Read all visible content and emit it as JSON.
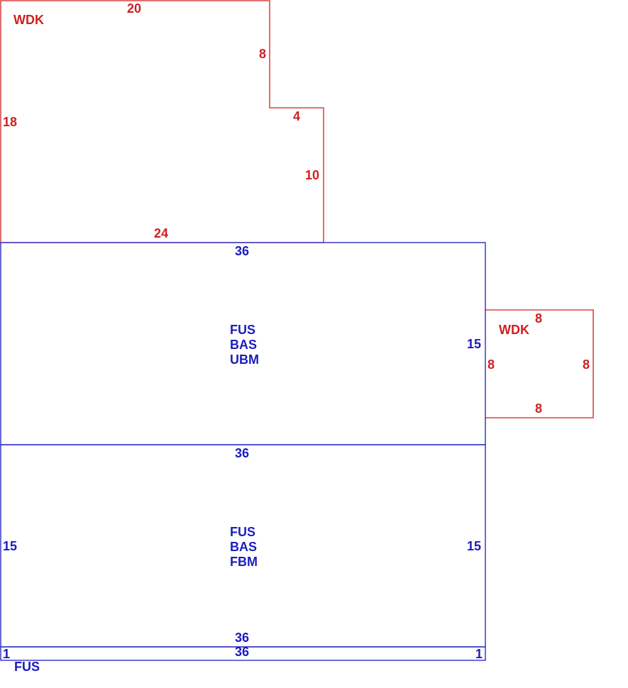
{
  "colors": {
    "deck": "#d11f1f",
    "building": "#1c1cbf"
  },
  "upper_deck": {
    "code": "WDK",
    "dims": {
      "top": "20",
      "notch_right": "8",
      "step": "4",
      "right": "10",
      "left": "18",
      "bottom": "24"
    }
  },
  "side_deck": {
    "code": "WDK",
    "dims": {
      "top": "8",
      "left": "8",
      "right": "8",
      "bottom": "8"
    }
  },
  "upper_section": {
    "codes": [
      "FUS",
      "BAS",
      "UBM"
    ],
    "dims": {
      "top": "36",
      "right": "15"
    }
  },
  "lower_section": {
    "codes": [
      "FUS",
      "BAS",
      "FBM"
    ],
    "dims": {
      "top": "36",
      "left": "15",
      "right": "15",
      "bottom": "36"
    }
  },
  "strip": {
    "code": "FUS",
    "dims": {
      "top": "36",
      "left": "1",
      "right": "1"
    }
  }
}
